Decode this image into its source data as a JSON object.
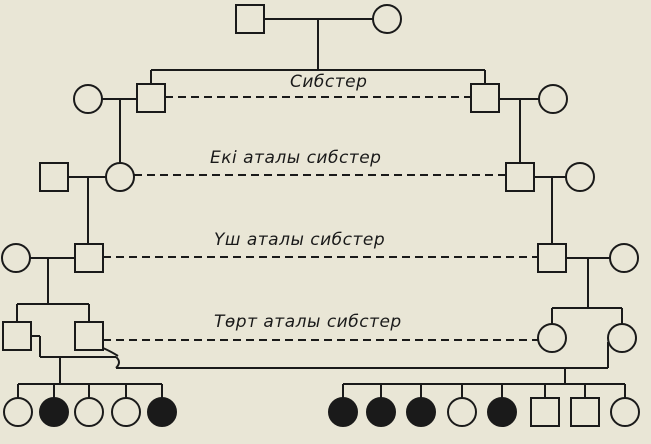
{
  "labels": {
    "siblings": "Сибстер",
    "cousins_2": "Екі аталы сибстер",
    "cousins_3": "Үш аталы сибстер",
    "cousins_4": "Төрт аталы сибстер"
  },
  "colors": {
    "background": "#e9e6d6",
    "line": "#1a1a1a",
    "affected_fill": "#1a1a1a",
    "unaffected_fill": "#e9e6d6"
  },
  "legend_symbols": {
    "male": "square",
    "female": "circle",
    "affected": "filled"
  },
  "children_left": [
    "female",
    "female-affected",
    "female",
    "female",
    "female-affected"
  ],
  "children_right": [
    "female-affected",
    "female-affected",
    "female-affected",
    "female",
    "female-affected",
    "male",
    "male",
    "female"
  ]
}
